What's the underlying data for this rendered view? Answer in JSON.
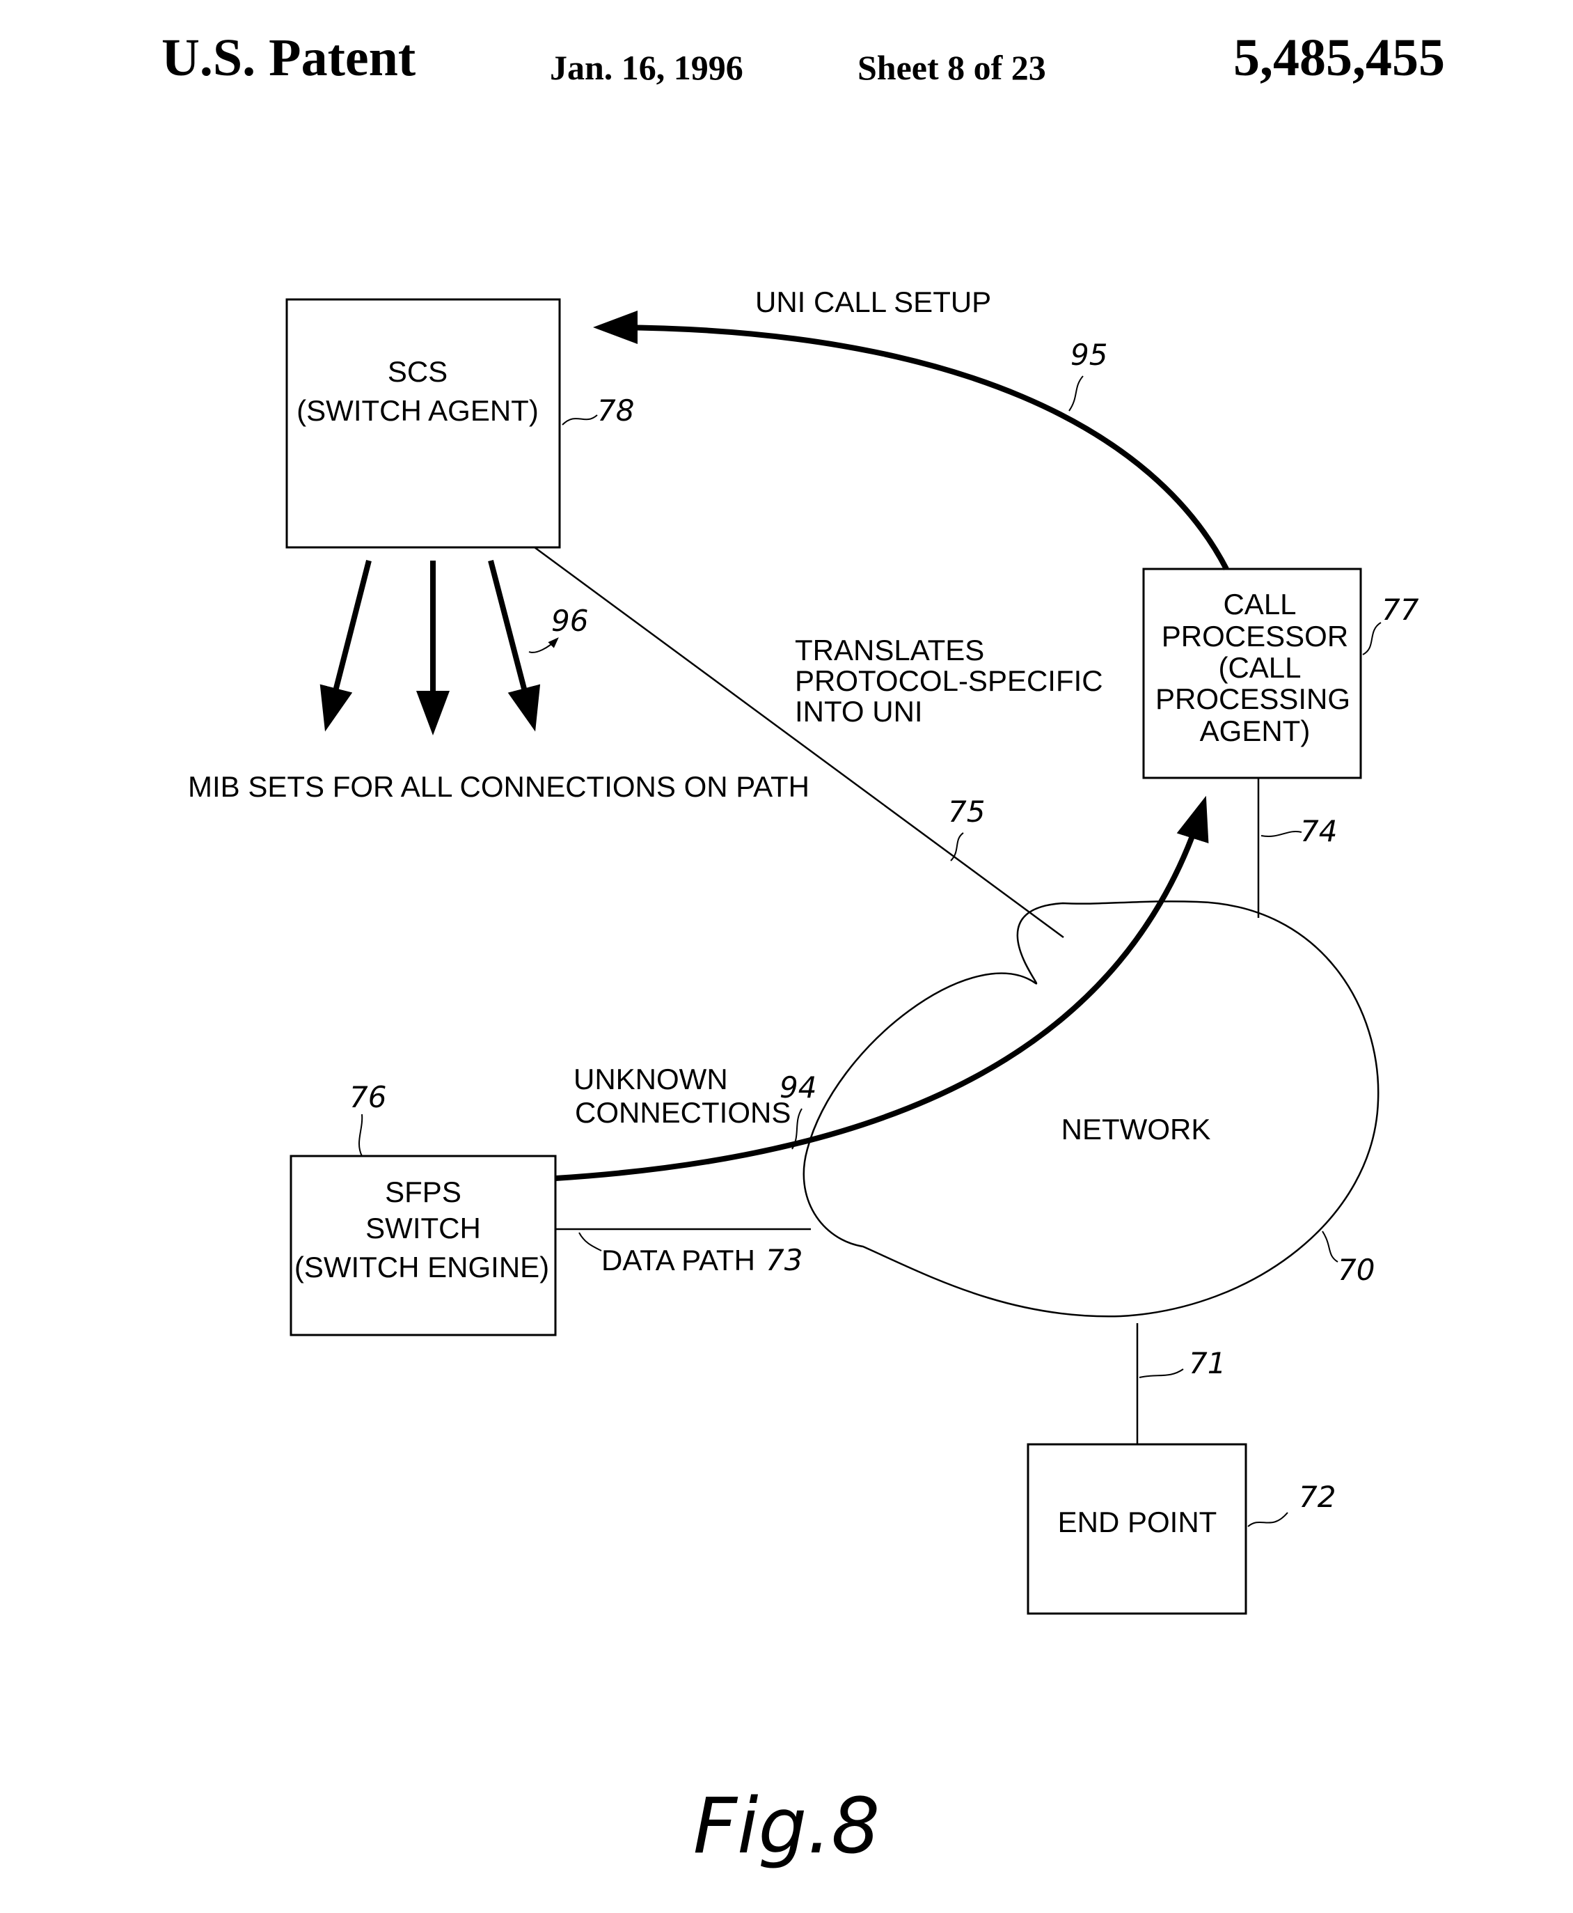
{
  "header": {
    "patent_label": "U.S. Patent",
    "date": "Jan. 16, 1996",
    "sheet": "Sheet 8 of 23",
    "patent_number": "5,485,455"
  },
  "nodes": {
    "scs": {
      "line1": "SCS",
      "line2": "(SWITCH AGENT)",
      "ref": "78"
    },
    "call_processor": {
      "line1": "CALL",
      "line2": "PROCESSOR",
      "line3": "(CALL",
      "line4": "PROCESSING",
      "line5": "AGENT)",
      "ref": "77"
    },
    "sfps": {
      "line1": "SFPS",
      "line2": "SWITCH",
      "line3": "(SWITCH ENGINE)",
      "ref": "76"
    },
    "network": {
      "label": "NETWORK",
      "ref": "70"
    },
    "end_point": {
      "label": "END POINT",
      "ref": "72"
    }
  },
  "edges": {
    "uni_call_setup": {
      "label": "UNI CALL SETUP",
      "ref": "95"
    },
    "translates": {
      "line1": "TRANSLATES",
      "line2": "PROTOCOL-SPECIFIC",
      "line3": "INTO UNI",
      "ref": "75"
    },
    "mib_sets": {
      "label": "MIB SETS FOR ALL CONNECTIONS ON PATH",
      "ref": "96"
    },
    "unknown_connections": {
      "line1": "UNKNOWN",
      "line2": "CONNECTIONS",
      "ref": "94"
    },
    "data_path": {
      "label": "DATA PATH",
      "ref": "73"
    },
    "link_74": {
      "ref": "74"
    },
    "link_71": {
      "ref": "71"
    }
  },
  "figure_label": "Fig.8"
}
